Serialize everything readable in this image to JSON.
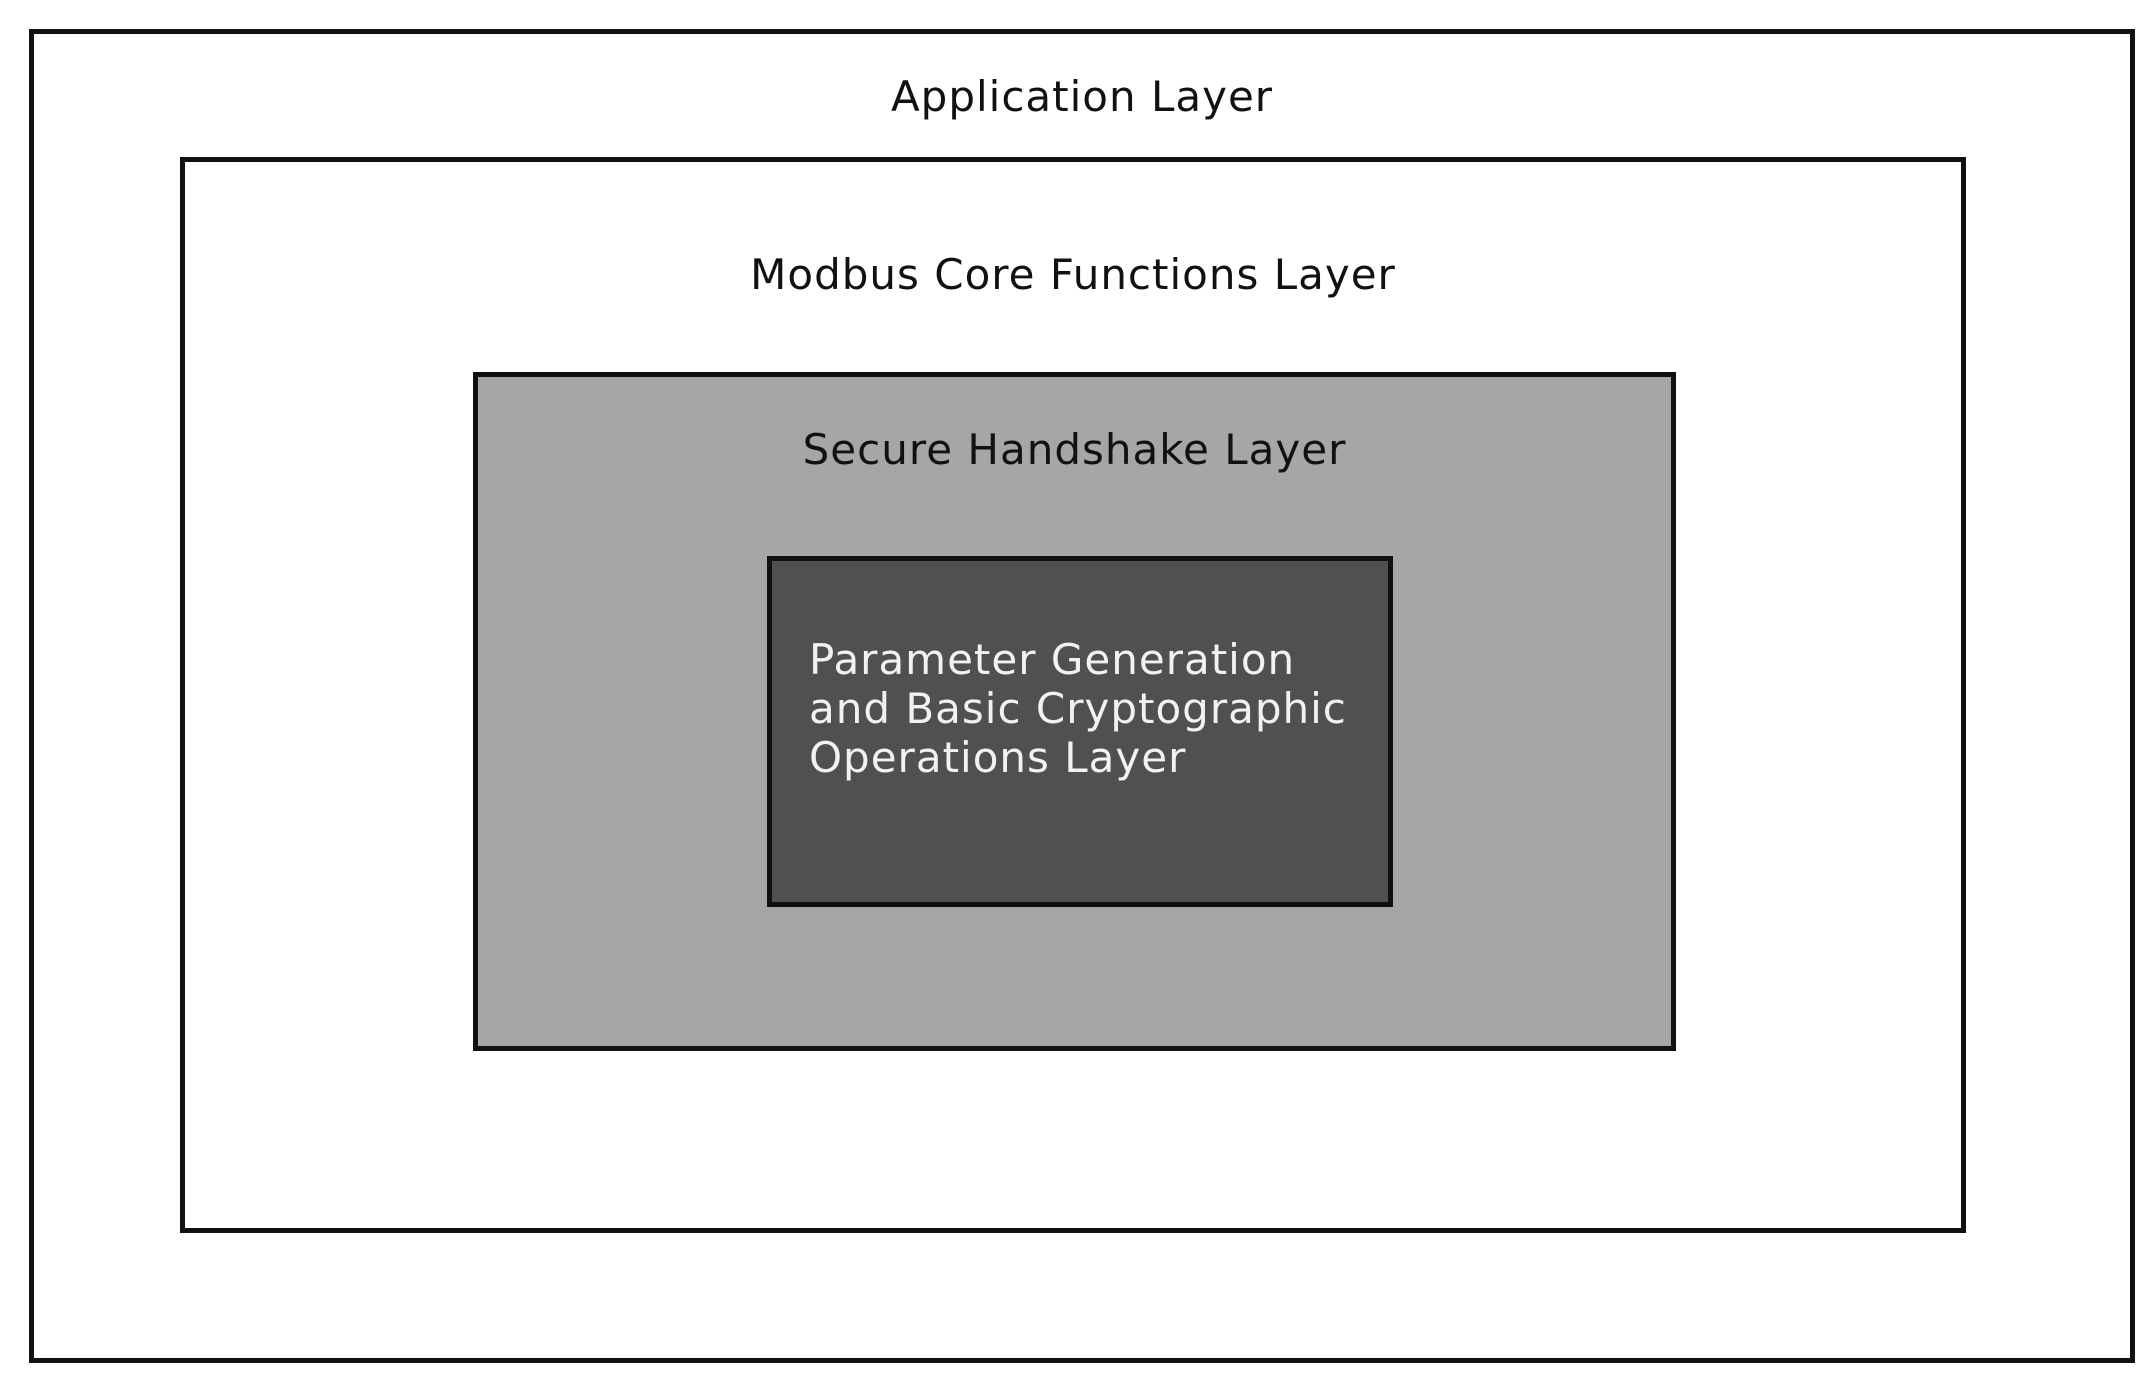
{
  "diagram": {
    "layers": {
      "application": {
        "label": "Application Layer",
        "fill": "#ffffff"
      },
      "modbus_core": {
        "label": "Modbus Core Functions Layer",
        "fill": "#ffffff"
      },
      "secure_handshake": {
        "label": "Secure Handshake Layer",
        "fill": "#a6a6a6"
      },
      "parameter_generation": {
        "label": "Parameter Generation\nand Basic Cryptographic\nOperations Layer",
        "fill": "#505050"
      }
    },
    "border_color": "#111111"
  }
}
